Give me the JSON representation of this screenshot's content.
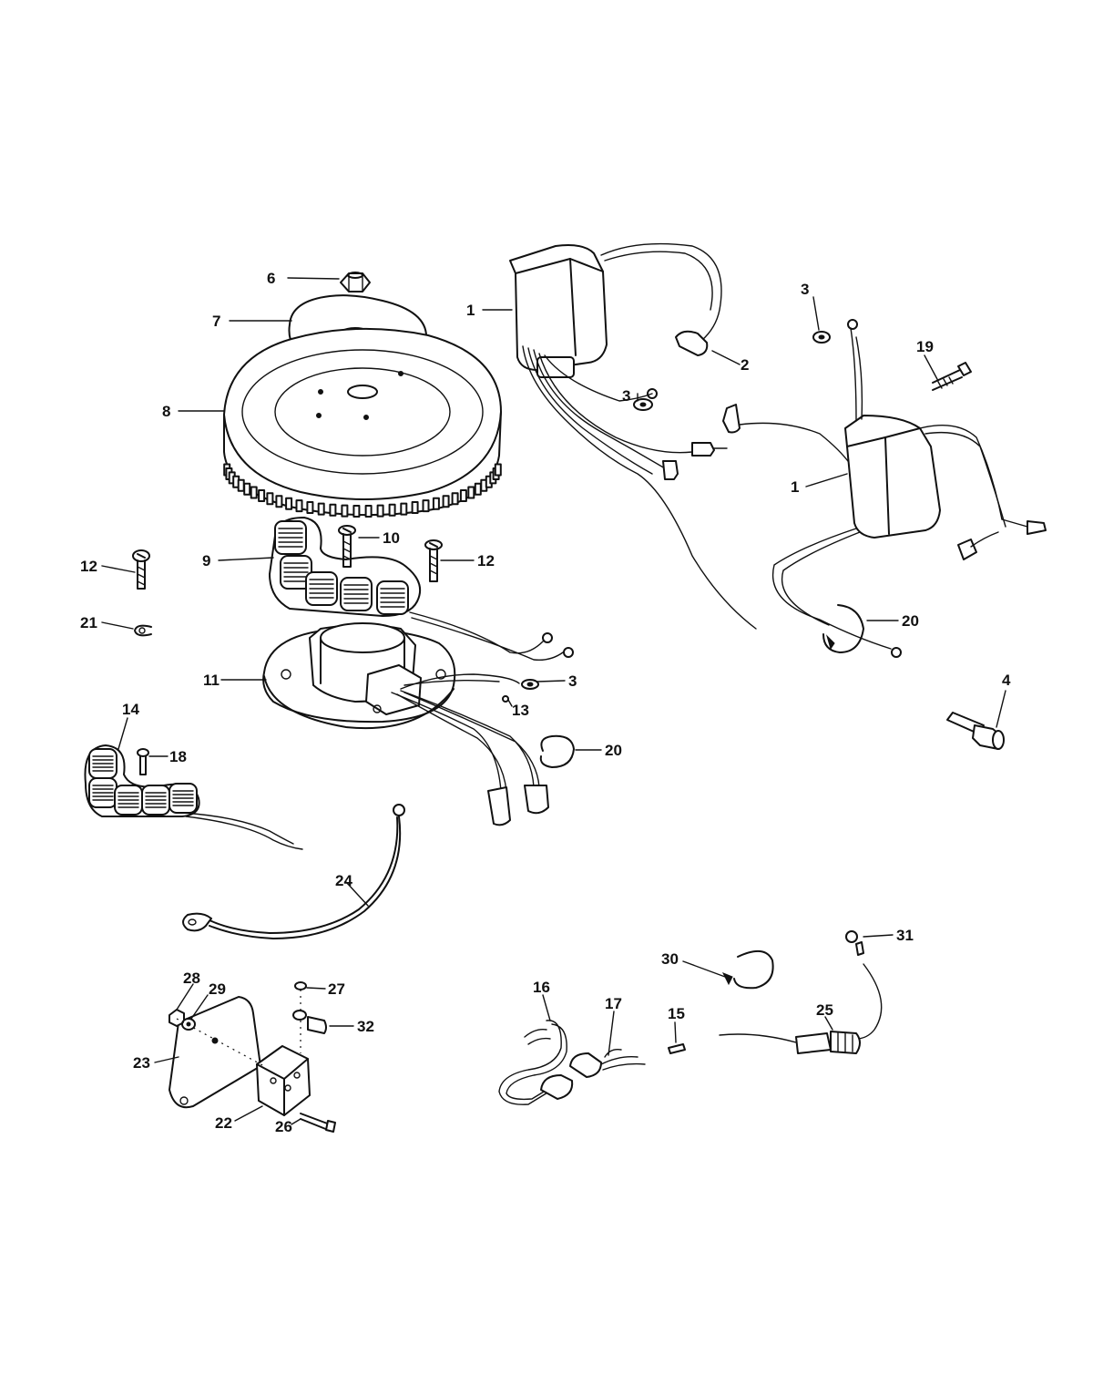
{
  "callouts": [
    {
      "id": "lbl-6",
      "text": "6"
    },
    {
      "id": "lbl-7",
      "text": "7"
    },
    {
      "id": "lbl-8",
      "text": "8"
    },
    {
      "id": "lbl-1a",
      "text": "1"
    },
    {
      "id": "lbl-2",
      "text": "2"
    },
    {
      "id": "lbl-3a",
      "text": "3"
    },
    {
      "id": "lbl-3b",
      "text": "3"
    },
    {
      "id": "lbl-19",
      "text": "19"
    },
    {
      "id": "lbl-1b",
      "text": "1"
    },
    {
      "id": "lbl-10",
      "text": "10"
    },
    {
      "id": "lbl-9",
      "text": "9"
    },
    {
      "id": "lbl-12a",
      "text": "12"
    },
    {
      "id": "lbl-12b",
      "text": "12"
    },
    {
      "id": "lbl-21",
      "text": "21"
    },
    {
      "id": "lbl-20a",
      "text": "20"
    },
    {
      "id": "lbl-11",
      "text": "11"
    },
    {
      "id": "lbl-3c",
      "text": "3"
    },
    {
      "id": "lbl-13",
      "text": "13"
    },
    {
      "id": "lbl-4",
      "text": "4"
    },
    {
      "id": "lbl-14",
      "text": "14"
    },
    {
      "id": "lbl-18",
      "text": "18"
    },
    {
      "id": "lbl-20b",
      "text": "20"
    },
    {
      "id": "lbl-24",
      "text": "24"
    },
    {
      "id": "lbl-31",
      "text": "31"
    },
    {
      "id": "lbl-30",
      "text": "30"
    },
    {
      "id": "lbl-28",
      "text": "28"
    },
    {
      "id": "lbl-29",
      "text": "29"
    },
    {
      "id": "lbl-27",
      "text": "27"
    },
    {
      "id": "lbl-16",
      "text": "16"
    },
    {
      "id": "lbl-17",
      "text": "17"
    },
    {
      "id": "lbl-15",
      "text": "15"
    },
    {
      "id": "lbl-25",
      "text": "25"
    },
    {
      "id": "lbl-32",
      "text": "32"
    },
    {
      "id": "lbl-23",
      "text": "23"
    },
    {
      "id": "lbl-22",
      "text": "22"
    },
    {
      "id": "lbl-26",
      "text": "26"
    }
  ]
}
